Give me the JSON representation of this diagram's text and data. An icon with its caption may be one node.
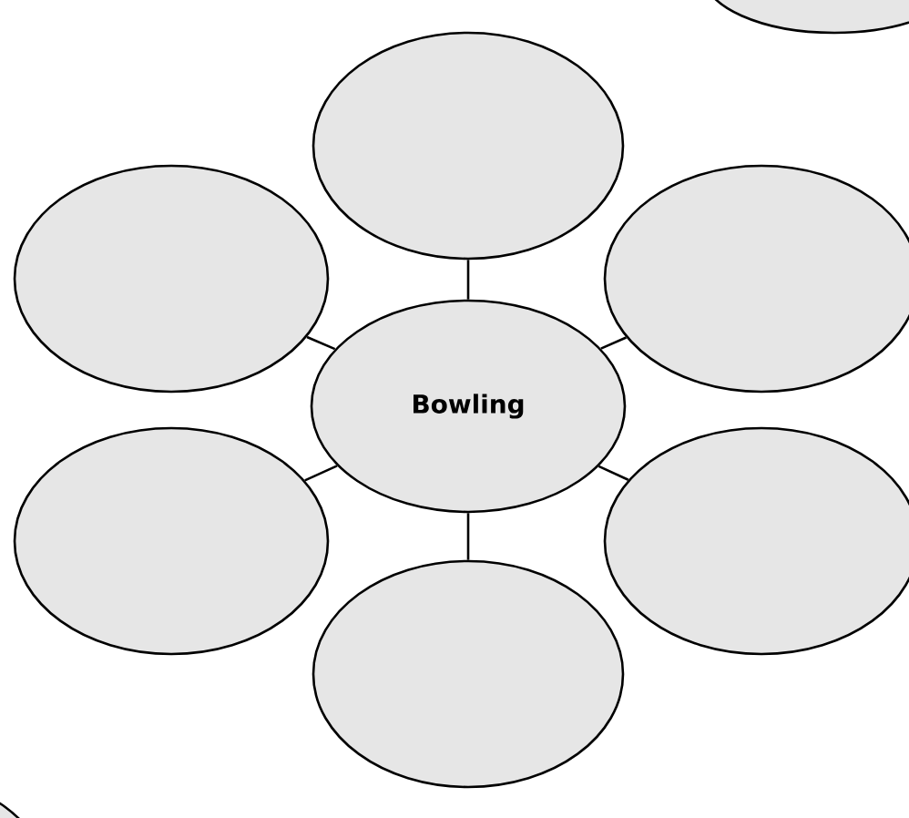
{
  "diagram": {
    "nodes": [
      {
        "text": [],
        "shape": "ellipse"
      },
      {
        "text": [],
        "shape": "ellipse"
      },
      {
        "text": [],
        "shape": "ellipse"
      },
      {
        "text": [
          "Bowling"
        ]
      },
      {
        "text": [],
        "shape": "ellipse"
      },
      {
        "text": [],
        "shape": "ellipse"
      },
      {
        "text": [],
        "shape": "ellipse"
      },
      {
        "text": [],
        "shape": "ellipse"
      },
      {
        "text": [],
        "shape": "ellipse"
      }
    ],
    "edges": [
      {
        "from": 3,
        "to": 1,
        "arrow": "none"
      },
      {
        "from": 3,
        "to": 2,
        "arrow": "none"
      },
      {
        "from": 3,
        "to": 4,
        "arrow": "none"
      },
      {
        "from": 3,
        "to": 5,
        "arrow": "none"
      },
      {
        "from": 3,
        "to": 6,
        "arrow": "none"
      },
      {
        "from": 3,
        "to": 7,
        "arrow": "none"
      }
    ]
  }
}
